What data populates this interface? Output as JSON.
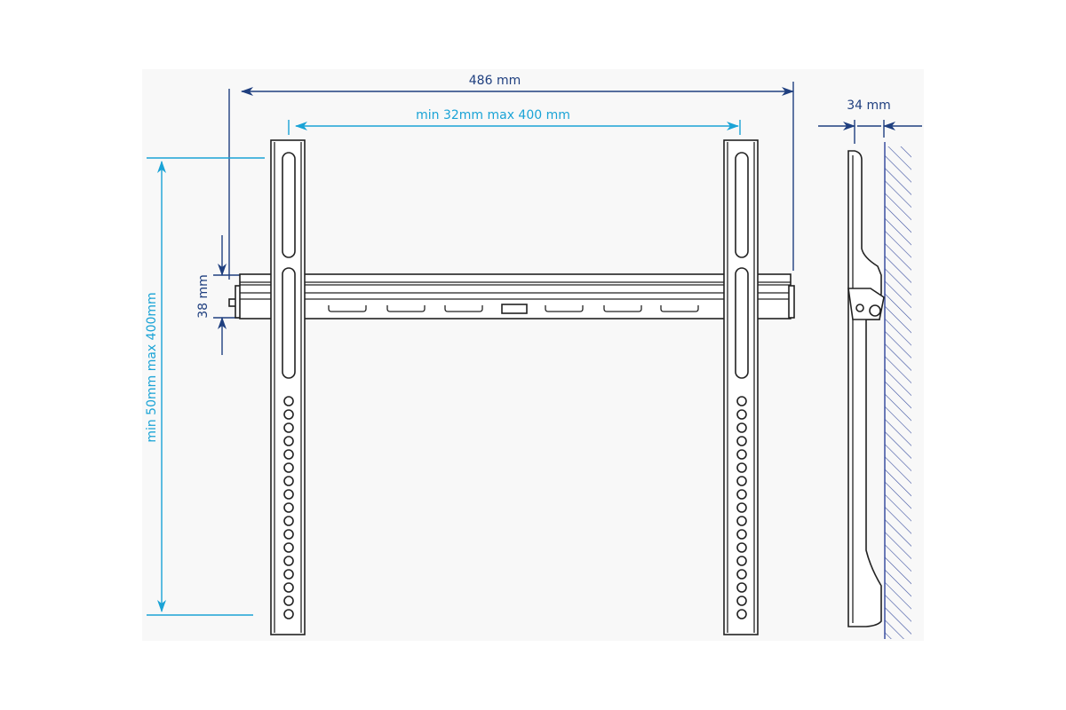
{
  "dimensions": {
    "total_width": "486 mm",
    "vesa_horizontal": "min 32mm max 400 mm",
    "depth": "34 mm",
    "rail_height": "38 mm",
    "vesa_vertical": "min 50mm max 400mm"
  },
  "colors": {
    "dark_dimension": "#1f3f7f",
    "cyan_dimension": "#1aa3d6",
    "line": "#222222",
    "wall_hatch": "#3a4fa0"
  }
}
